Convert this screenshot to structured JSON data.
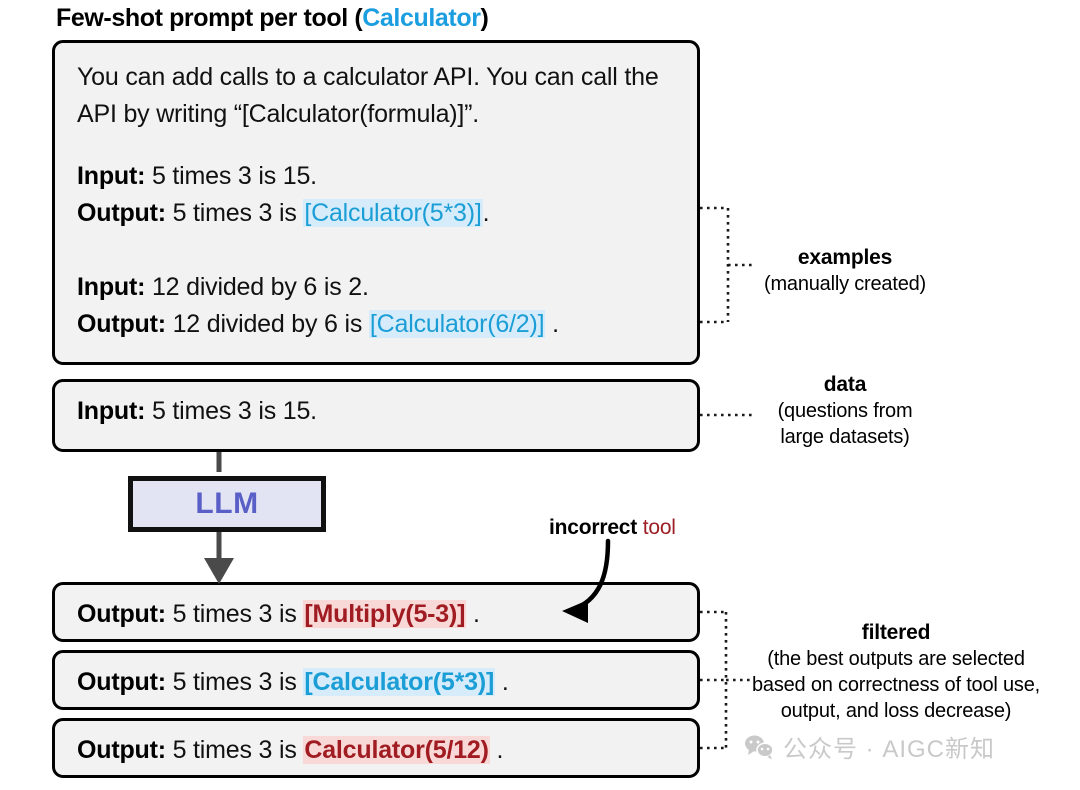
{
  "title": {
    "main": "Few-shot prompt per tool ",
    "open_paren": "(",
    "accent": "Calculator",
    "close_paren": ")"
  },
  "prompt_box": {
    "paragraph": "You can add calls to a calculator API. You can call the API by writing “[Calculator(formula)]”.",
    "examples": [
      {
        "input_label": "Input:",
        "input_text": " 5 times 3 is 15.",
        "output_label": "Output:",
        "output_prefix": " 5 times 3 is ",
        "output_call": "[Calculator(5*3)]",
        "output_suffix": "."
      },
      {
        "input_label": "Input:",
        "input_text": " 12 divided by 6 is 2.",
        "output_label": "Output:",
        "output_prefix": " 12 divided by 6 is ",
        "output_call": "[Calculator(6/2)]",
        "output_suffix": " ."
      }
    ]
  },
  "data_box": {
    "label": "Input:",
    "text": " 5 times 3 is 15."
  },
  "llm": {
    "label": "LLM"
  },
  "outputs": [
    {
      "label": "Output:",
      "prefix": " 5 times 3 is ",
      "call": "[Multiply(5-3)]",
      "suffix": " .",
      "style": "red"
    },
    {
      "label": "Output:",
      "prefix": " 5 times 3 is ",
      "call": "[Calculator(5*3)]",
      "suffix": " .",
      "style": "blue"
    },
    {
      "label": "Output:",
      "prefix": " 5 times 3 is ",
      "call": "Calculator(5/12)",
      "suffix": " .",
      "style": "red"
    }
  ],
  "annotations": {
    "examples": {
      "heading": "examples",
      "sub": "(manually created)"
    },
    "data": {
      "heading": "data",
      "sub_line1": "(questions from",
      "sub_line2": "large datasets)"
    },
    "filtered": {
      "heading": "filtered",
      "sub_line1": "(the best outputs are selected",
      "sub_line2": "based on correctness of tool use,",
      "sub_line3": "output, and loss decrease)"
    },
    "incorrect_tool": {
      "bold": "incorrect",
      "red": " tool"
    }
  },
  "watermark": {
    "icon": "wechat-icon",
    "text": "公众号 · AIGC新知"
  },
  "colors": {
    "accent_blue": "#1b9ee0",
    "highlight_blue_text": "#1b9ed6",
    "highlight_blue_bg": "#d6ecfa",
    "highlight_red_text": "#a01c22",
    "highlight_red_bg": "#f8d9d7",
    "llm_text": "#5a5fc7",
    "llm_bg": "#e2e3f3",
    "box_bg": "#f2f2f2",
    "border": "#000000",
    "watermark": "#c9c9c9"
  }
}
